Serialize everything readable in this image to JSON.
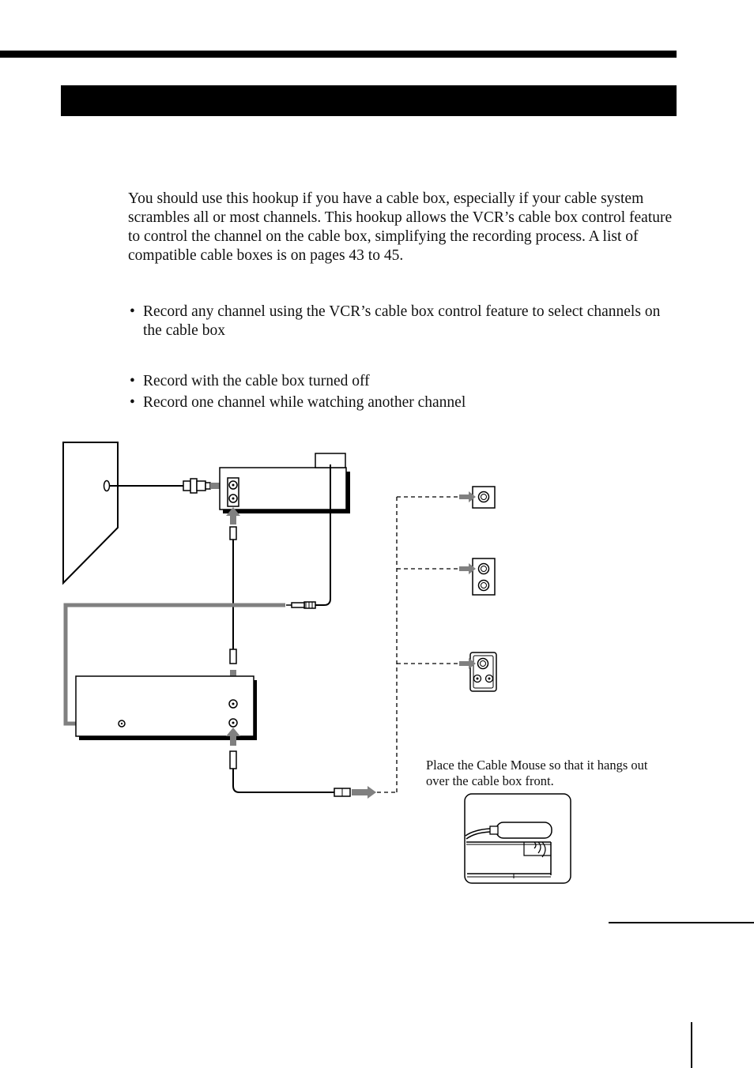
{
  "intro_paragraph": "You should use this hookup if you have a cable box, especially if your cable system scrambles all or most channels.  This hookup allows the VCR’s cable box control feature to control the channel on the cable box, simplifying the recording process.  A list of compatible cable boxes is on pages 43 to 45.",
  "can_do_list": [
    "Record any channel using the VCR’s cable box control feature to select channels on the cable box"
  ],
  "cannot_do_list": [
    "Record with the cable box turned off",
    "Record one channel while watching another channel"
  ],
  "diagram": {
    "cable_mouse_note": "Place the Cable Mouse so that it hangs out over the cable box front."
  },
  "colors": {
    "connection_arrow": "#808080",
    "ink": "#000000"
  }
}
